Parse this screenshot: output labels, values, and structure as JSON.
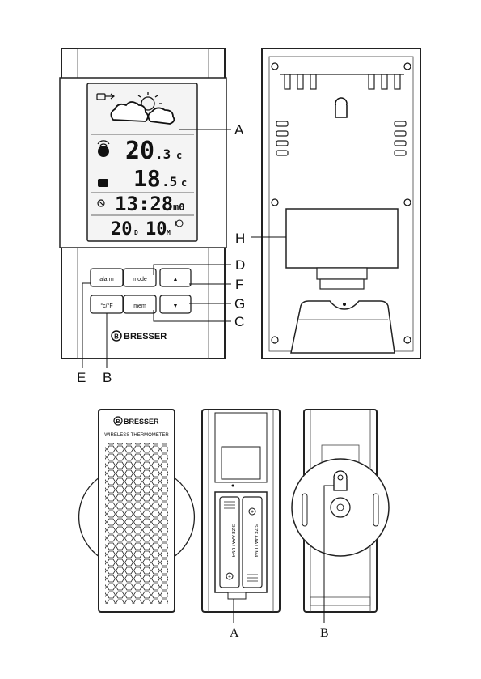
{
  "top_left": {
    "lcd": {
      "out_badge": "OUT",
      "in_badge": "IN",
      "out_temp": "20",
      "out_temp_dec": ".3",
      "out_unit": "c",
      "in_temp": "18",
      "in_temp_dec": ".5",
      "in_unit": "c",
      "time": "13:28",
      "time_suffix": "m0",
      "date_day": "20",
      "date_day_suffix": "D",
      "date_month": "10",
      "date_month_suffix": "M"
    },
    "buttons": {
      "alarm": "alarm",
      "mode": "mode",
      "up": "▲",
      "unit": "°c/°F",
      "mem": "mem",
      "down": "▼"
    },
    "brand": "BRESSER",
    "callouts": {
      "a": "A",
      "b": "B",
      "c": "C",
      "d": "D",
      "e": "E",
      "f": "F",
      "g": "G"
    }
  },
  "top_right": {
    "callouts": {
      "h": "H"
    }
  },
  "sensor_front": {
    "brand": "BRESSER",
    "subtitle": "WIRELESS THERMOMETER"
  },
  "sensor_battery": {
    "battery_label_1": "SIZE AAA / UM4",
    "battery_label_2": "SIZE AAA / UM4",
    "callouts": {
      "a": "A"
    }
  },
  "sensor_back": {
    "callouts": {
      "b": "B"
    }
  },
  "icons": [
    "weather-cloud-sun-icon",
    "signal-waves-icon",
    "up-arrow-icon",
    "down-arrow-icon",
    "bresser-logo-icon",
    "keyhole-icon"
  ]
}
